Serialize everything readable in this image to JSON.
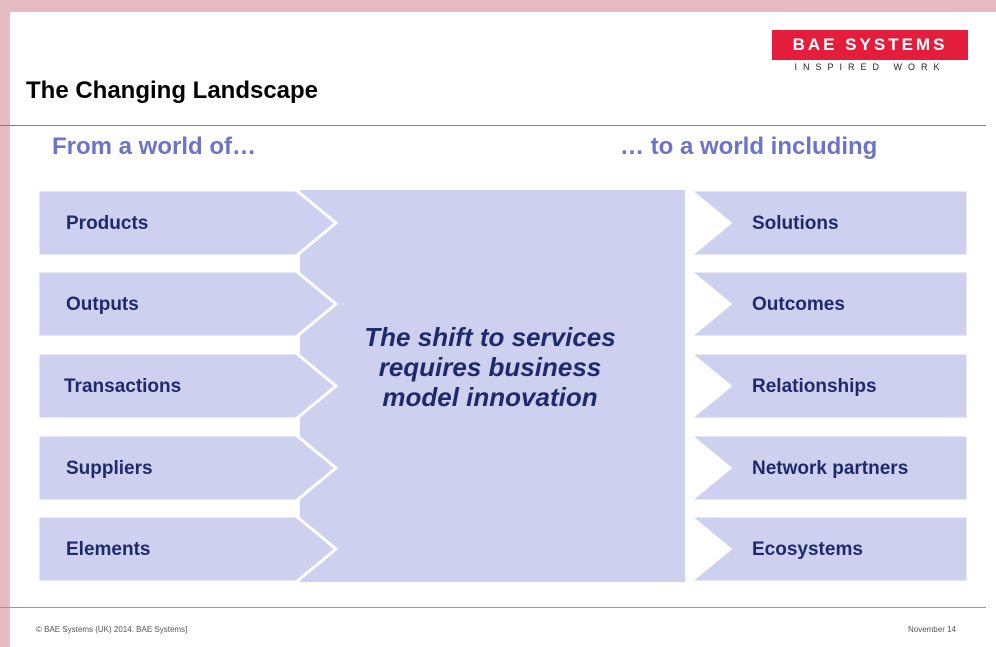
{
  "logo": {
    "brand": "BAE SYSTEMS",
    "tagline": "INSPIRED WORK"
  },
  "title": "The Changing Landscape",
  "headings": {
    "left": "From a world of…",
    "right": "… to a world including"
  },
  "center_text": "The shift to services requires business model innovation",
  "left_items": [
    "Products",
    "Outputs",
    "Transactions",
    "Suppliers",
    "Elements"
  ],
  "right_items": [
    "Solutions",
    "Outcomes",
    "Relationships",
    "Network partners",
    "Ecosystems"
  ],
  "footer": {
    "left": "© BAE Systems (UK) 2014. BAE Systems]",
    "right": "November 14"
  },
  "colors": {
    "box_fill": "#cdd0ef",
    "text": "#1f2a6b",
    "heading": "#6b74c8",
    "logo_red": "#e31d3b"
  }
}
